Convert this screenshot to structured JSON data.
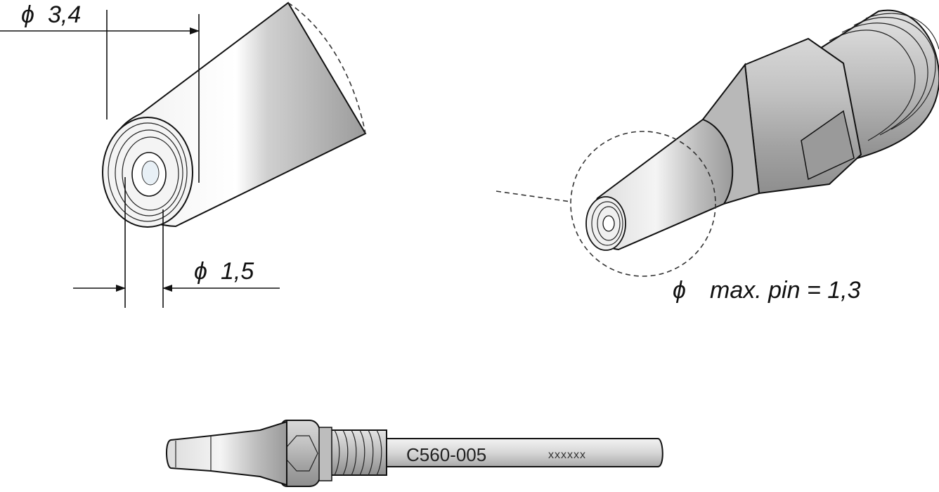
{
  "dimensions": {
    "outer_diameter": "3,4",
    "inner_diameter": "1,5",
    "diameter_symbol": "ϕ"
  },
  "pin": {
    "symbol": "ϕ",
    "label": "max. pin = 1,3"
  },
  "part": {
    "number": "C560-005",
    "serial": "xxxxxx"
  },
  "colors": {
    "metal_light": "#f2f2f2",
    "metal_mid": "#bdbdbd",
    "metal_dark": "#8a8a8a",
    "outline": "#111111"
  }
}
